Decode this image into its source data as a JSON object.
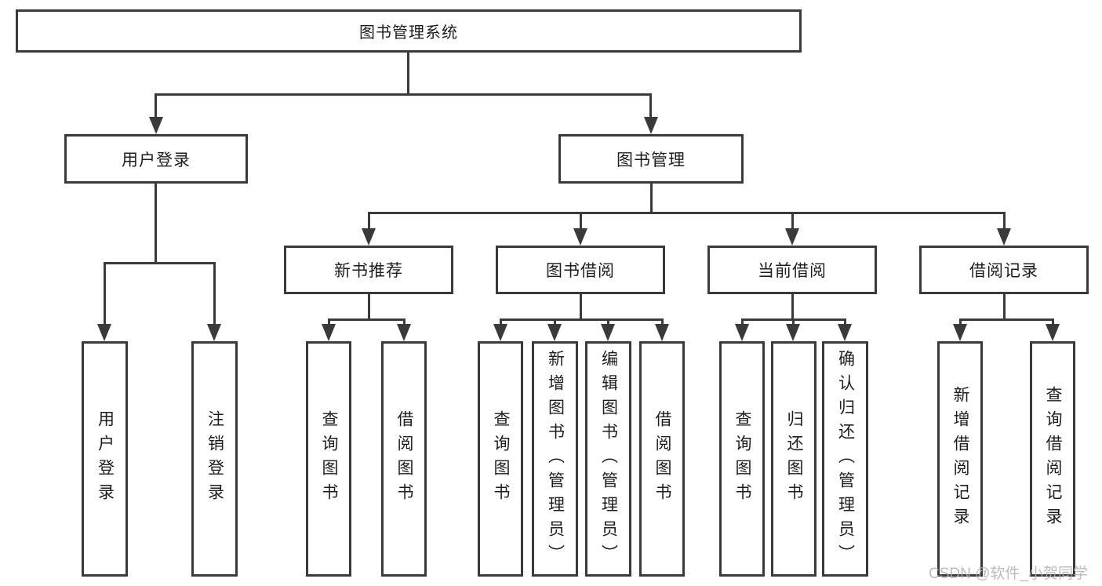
{
  "diagram": {
    "root": "图书管理系统",
    "level2": {
      "left": "用户登录",
      "right": "图书管理"
    },
    "level3": [
      "新书推荐",
      "图书借阅",
      "当前借阅",
      "借阅记录"
    ],
    "leaves": {
      "login": [
        "用户登录",
        "注销登录"
      ],
      "recommend": [
        "查询图书",
        "借阅图书"
      ],
      "borrow": [
        "查询图书",
        "新增图书（管理员）",
        "编辑图书（管理员）",
        "借阅图书"
      ],
      "current": [
        "查询图书",
        "归还图书",
        "确认归还（管理员）"
      ],
      "records": [
        "新增借阅记录",
        "查询借阅记录"
      ]
    }
  },
  "watermark": {
    "text": "CSDN @软件_小贺同学"
  },
  "colors": {
    "line": "#3a3a3a",
    "text": "#1d1d1d",
    "watermark": "#b0b0b0",
    "background": "#ffffff"
  }
}
